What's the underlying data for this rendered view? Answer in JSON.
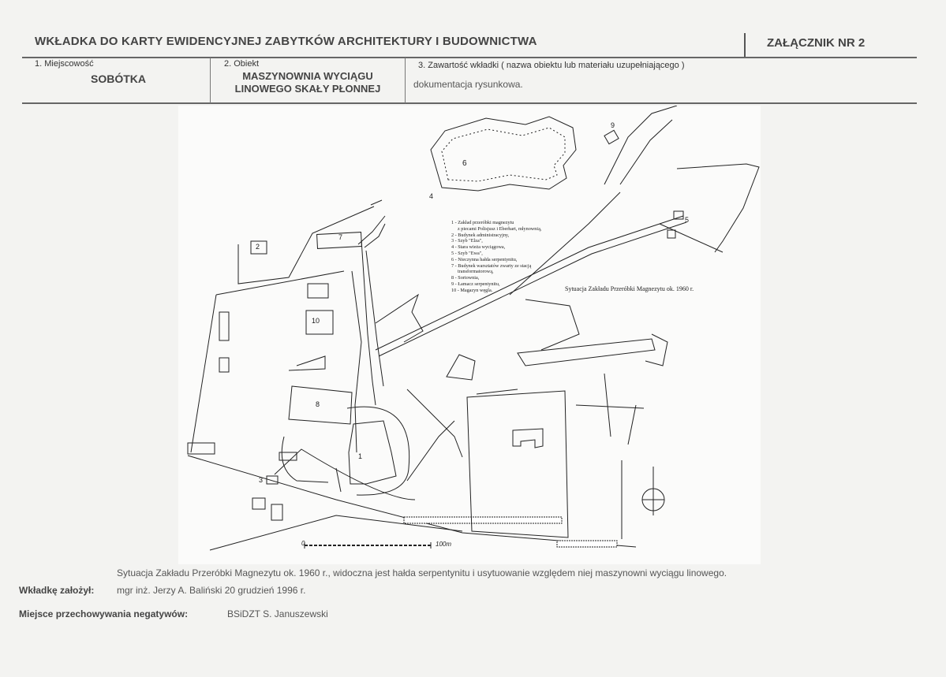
{
  "header": {
    "title": "WKŁADKA DO KARTY EWIDENCYJNEJ ZABYTKÓW ARCHITEKTURY I BUDOWNICTWA",
    "attachment": "ZAŁĄCZNIK NR  2"
  },
  "fields": {
    "locality_label": "1. Miejscowość",
    "locality_value": "SOBÓTKA",
    "object_label": "2. Obiekt",
    "object_value_line1": "MASZYNOWNIA WYCIĄGU",
    "object_value_line2": "LINOWEGO SKAŁY PŁONNEJ",
    "content_label": "3. Zawartość wkładki ( nazwa obiektu lub materiału uzupełniającego )",
    "content_value": "dokumentacja rysunkowa."
  },
  "map": {
    "legend": [
      "1 - Zakład przeróbki magnezytu",
      "z piecami Polisjusz i Eberhart, młynownią,",
      "2 - Budynek administracyjny,",
      "3 - Szyb \"Elza\",",
      "4 - Stara wieża wyciągowa,",
      "5 - Szyb \"Ewa\",",
      "6 - Nieczynna hałda serpentynitu,",
      "7 - Budynek warsztatów zwarty ze stacją",
      "transformatorową,",
      "8 - Sortownia,",
      "9 - Łamacz serpentynitu,",
      "10 - Magazyn węgla."
    ],
    "title": "Sytuacja Zakładu Przeróbki Magnezytu ok. 1960 r.",
    "scale_start": "0",
    "scale_end": "100m",
    "numbers": [
      "1",
      "2",
      "3",
      "4",
      "5",
      "6",
      "7",
      "8",
      "9",
      "10"
    ]
  },
  "caption": "Sytuacja Zakładu Przeróbki Magnezytu ok. 1960 r., widoczna jest hałda serpentynitu i usytuowanie względem niej maszynowni wyciągu linowego.",
  "footer": {
    "author_label": "Wkładkę założył:",
    "author_value": "mgr inż. Jerzy A. Baliński  20 grudzień 1996 r.",
    "storage_label": "Miejsce przechowywania negatywów:",
    "storage_value": "BSiDZT S. Januszewski"
  }
}
